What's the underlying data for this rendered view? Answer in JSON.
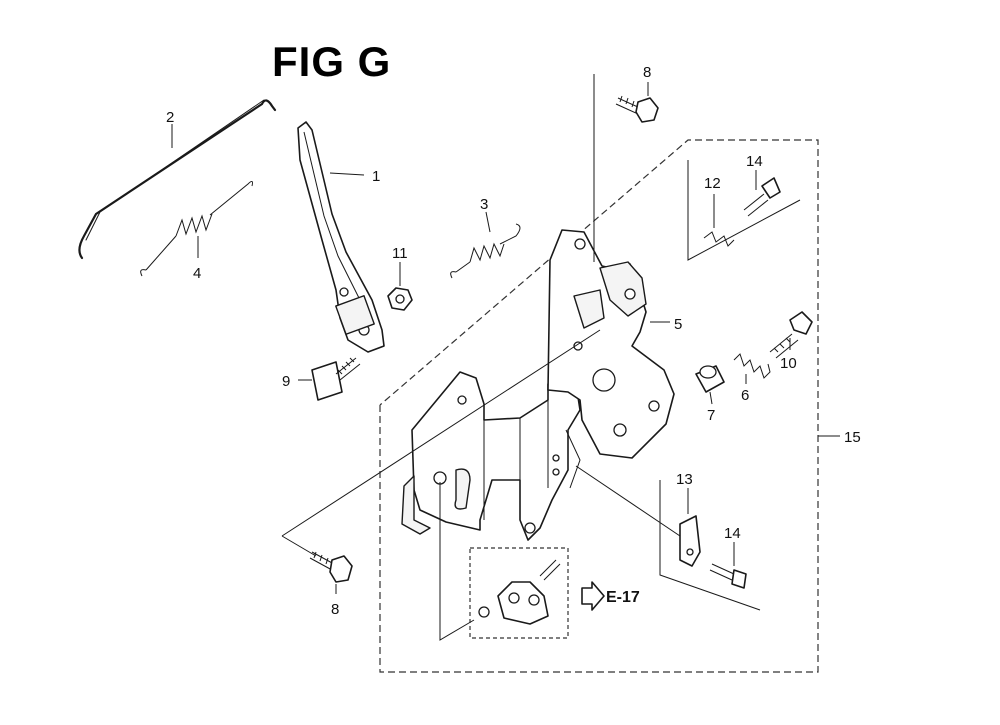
{
  "figure": {
    "title": "FIG G"
  },
  "callouts": {
    "c1": "1",
    "c2": "2",
    "c3": "3",
    "c4": "4",
    "c5": "5",
    "c6": "6",
    "c7": "7",
    "c8a": "8",
    "c8b": "8",
    "c9": "9",
    "c10": "10",
    "c11": "11",
    "c12": "12",
    "c13": "13",
    "c14a": "14",
    "c14b": "14",
    "c15": "15"
  },
  "reference": {
    "label": "E-17"
  },
  "colors": {
    "line": "#1a1a1a",
    "background": "#ffffff"
  }
}
